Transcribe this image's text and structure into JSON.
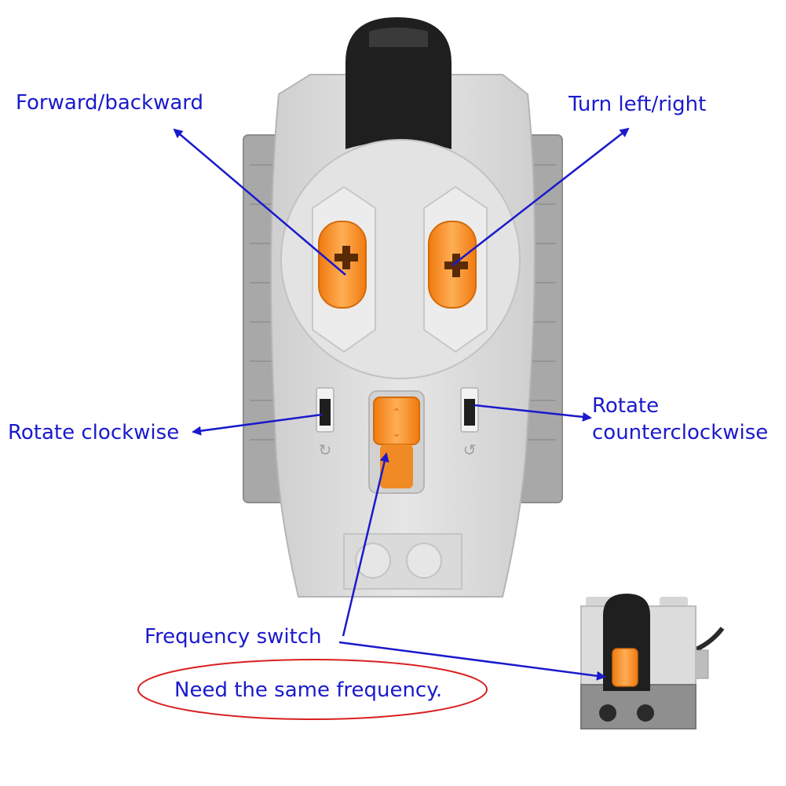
{
  "labels": {
    "forward_backward": "Forward/backward",
    "turn_left_right": "Turn left/right",
    "rotate_clockwise": "Rotate clockwise",
    "rotate_ccw_line1": "Rotate",
    "rotate_ccw_line2": "counterclockwise",
    "frequency_switch": "Frequency switch",
    "note": "Need the same frequency."
  },
  "colors": {
    "label_text": "#1a1acc",
    "arrow": "#1a1acc",
    "ellipse": "#d92020",
    "body_light": "#dcdcdc",
    "body_dark": "#9a9a9a",
    "orange": "#f58a1f",
    "black": "#1f1f1f"
  }
}
